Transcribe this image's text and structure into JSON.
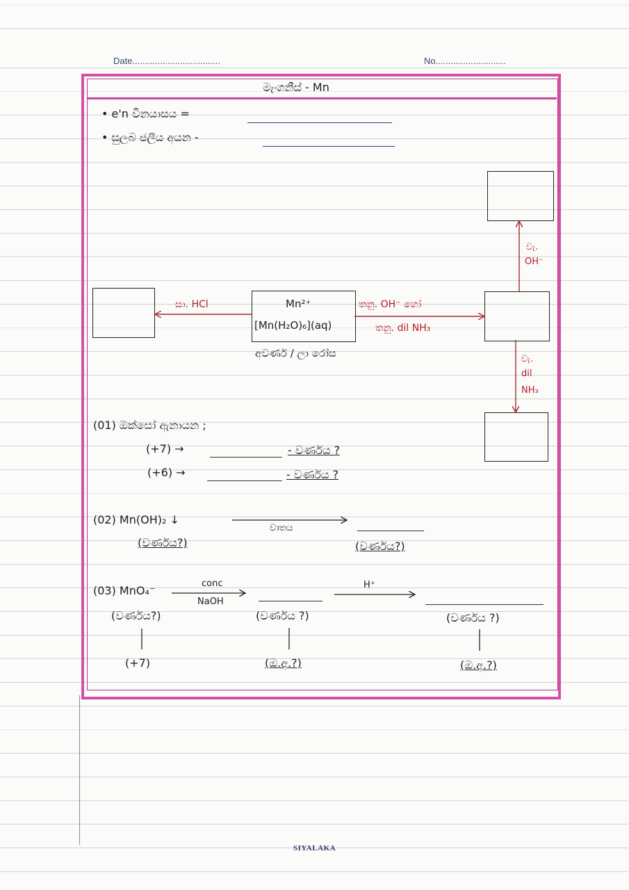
{
  "header": {
    "date_label": "Date...................................",
    "no_label": "No............................"
  },
  "title": "මැංගනීස් - Mn",
  "bullets": [
    {
      "text": "e'n විනයාසය  ="
    },
    {
      "text": "සුලබ ජලීය අයන -"
    }
  ],
  "diagram": {
    "center_top": "Mn²⁺",
    "center_bottom": "[Mn(H₂O)₆](aq)",
    "center_caption": "අවර්ණ / ලා රෝස",
    "left_reagent": "සා. HCl",
    "right_reagent_line1": "තනු. OH⁻ හෝ",
    "right_reagent_line2": "තනු. dil NH₃",
    "up_reagent_line1": "වැ.",
    "up_reagent_line2": "OH⁻",
    "down_reagent_line1": "වැ.",
    "down_reagent_line2": "dil",
    "down_reagent_line3": "NH₃"
  },
  "q1": {
    "label": "(01) ඔක්සෝ ඇනායන ;",
    "rows": [
      {
        "state": "(+7) →",
        "suffix": "- වර්ණය ?"
      },
      {
        "state": "(+6) →",
        "suffix": "- වර්ණය ?"
      }
    ]
  },
  "q2": {
    "label": "(02) Mn(OH)₂ ↓",
    "arrow_label": "වාතය",
    "left_color": "(වර්ණය?)",
    "right_color": "(වර්ණය?)"
  },
  "q3": {
    "label": "(03) MnO₄⁻",
    "arrow1_top": "conc",
    "arrow1_bottom": "NaOH",
    "arrow2_top": "H⁺",
    "color1": "(වර්ණය?)",
    "color2": "(වර්ණය ?)",
    "color3": "(වර්ණය ?)",
    "ox1": "(+7)",
    "ox2": "(ඔ.අ.?)",
    "ox3": "(ඔ.අ.?)"
  },
  "footer": "SIYALAKA"
}
